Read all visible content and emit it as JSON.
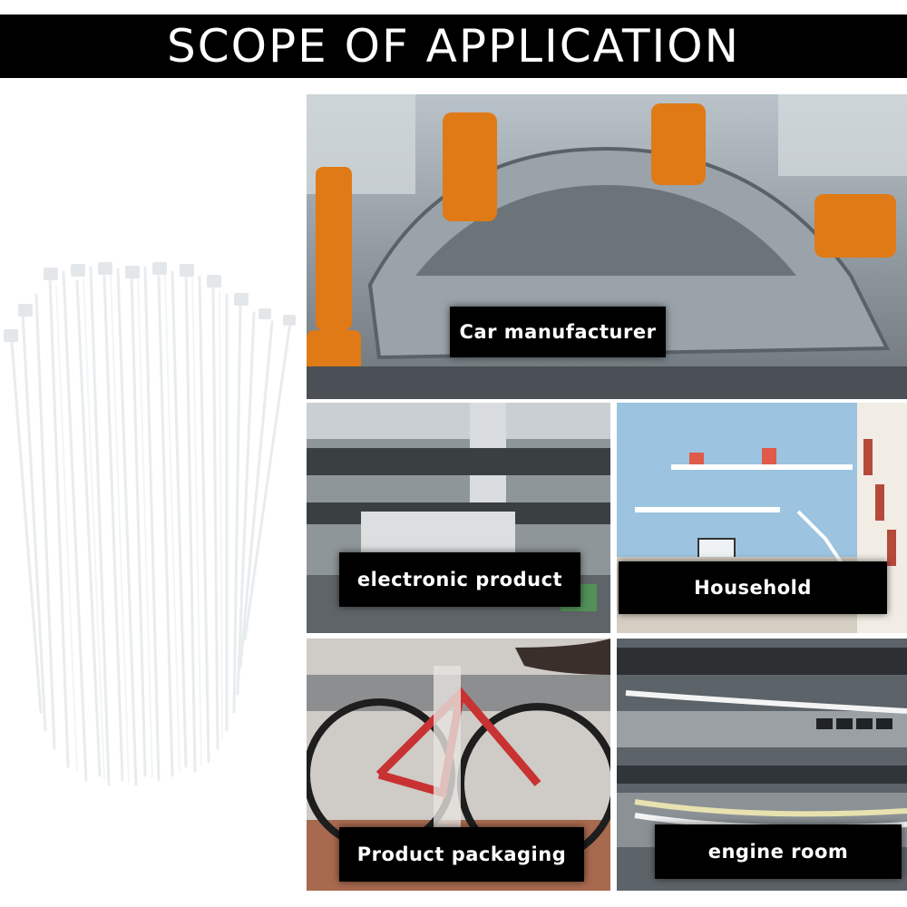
{
  "header": {
    "title": "SCOPE OF APPLICATION"
  },
  "panels": [
    {
      "label": "Car manufacturer"
    },
    {
      "label": "electronic product"
    },
    {
      "label": "Household"
    },
    {
      "label": "Product packaging"
    },
    {
      "label": "engine room"
    }
  ],
  "colors": {
    "banner": "#000000",
    "robot_orange": "#e07a16",
    "wall_blue": "#9cc3e0"
  }
}
